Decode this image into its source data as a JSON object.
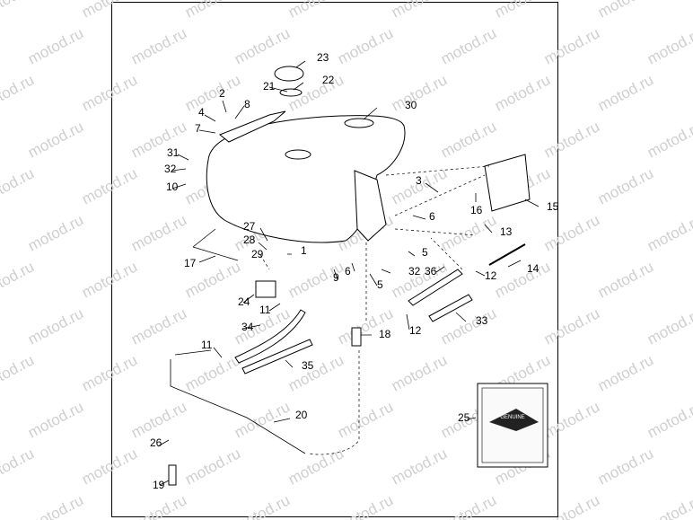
{
  "watermark": "motod.ru",
  "callouts": [
    "1",
    "2",
    "3",
    "4",
    "5",
    "5",
    "6",
    "6",
    "7",
    "8",
    "9",
    "10",
    "11",
    "11",
    "12",
    "12",
    "13",
    "14",
    "15",
    "16",
    "17",
    "18",
    "19",
    "20",
    "21",
    "22",
    "23",
    "24",
    "25",
    "26",
    "27",
    "28",
    "29",
    "30",
    "31",
    "32",
    "32",
    "33",
    "34",
    "35",
    "36"
  ],
  "kit_label": "GENUINE"
}
